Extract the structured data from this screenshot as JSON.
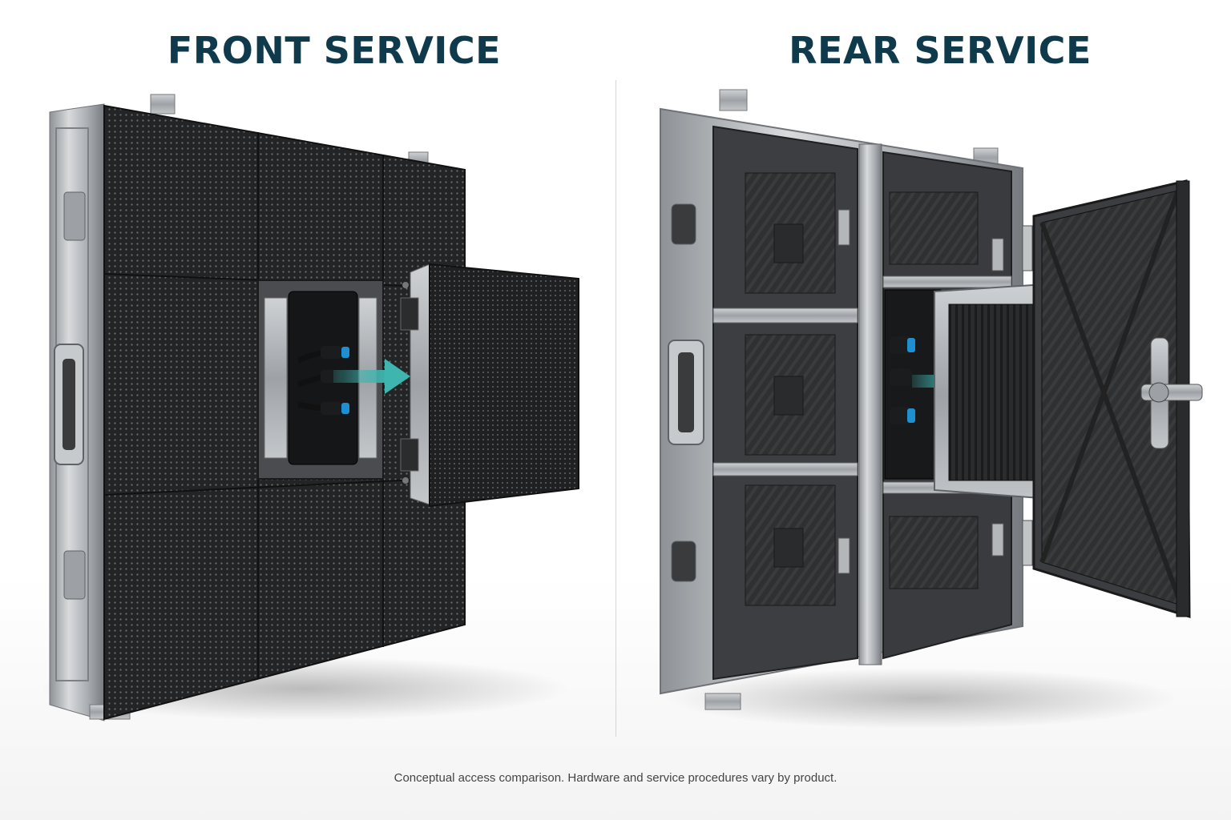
{
  "titles": {
    "front": "FRONT SERVICE",
    "rear": "REAR SERVICE"
  },
  "caption": "Conceptual access comparison. Hardware and service procedures vary by product.",
  "colors": {
    "title": "#0f3a4c",
    "arrow": "#3fb5b0",
    "frame": "#b9bcbf",
    "panel": "#2a2b2d",
    "connector_accent": "#1e8fd0"
  },
  "icons": {
    "front_arrow": "arrow-right-icon",
    "rear_arrow": "arrow-right-icon"
  }
}
